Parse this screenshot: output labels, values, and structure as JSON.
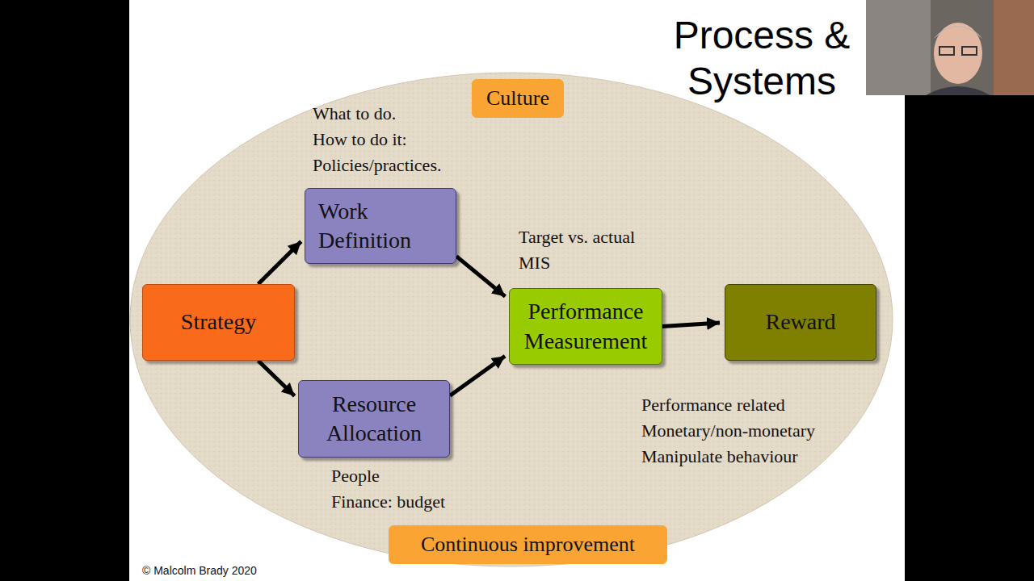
{
  "diagram": {
    "title": "Process & Systems",
    "nodes": [
      {
        "text": [
          "Culture"
        ]
      },
      {
        "text": [
          "Strategy"
        ]
      },
      {
        "text": [
          "Work Definition"
        ]
      },
      {
        "text": [
          "Resource Allocation"
        ]
      },
      {
        "text": [
          "Performance Measurement"
        ]
      },
      {
        "text": [
          "Reward"
        ]
      },
      {
        "text": [
          "Continuous improvement"
        ]
      }
    ],
    "edges": [
      {
        "from": 1,
        "to": 2,
        "arrow": "to"
      },
      {
        "from": 1,
        "to": 3,
        "arrow": "to"
      },
      {
        "from": 2,
        "to": 4,
        "arrow": "to"
      },
      {
        "from": 3,
        "to": 4,
        "arrow": "to"
      },
      {
        "from": 4,
        "to": 5,
        "arrow": "to"
      }
    ],
    "labels": [
      "What to do.",
      "How to do it:",
      "Policies/practices.",
      "Target vs. actual",
      "MIS",
      "People",
      "Finance: budget",
      "Performance related",
      "Monetary/non-monetary",
      "Manipulate behaviour",
      "© Malcolm Brady 2020"
    ]
  }
}
